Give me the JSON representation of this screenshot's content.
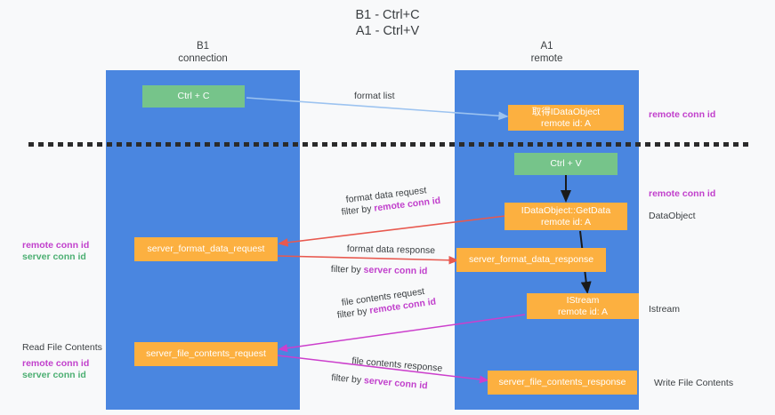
{
  "title": {
    "line1": "B1 - Ctrl+C",
    "line2": "A1 - Ctrl+V"
  },
  "columns": {
    "b1": {
      "name": "B1",
      "role": "connection"
    },
    "a1": {
      "name": "A1",
      "role": "remote"
    }
  },
  "colors": {
    "lane": "#4a86e0",
    "green_box": "#76c48a",
    "orange_box": "#fcb040",
    "purple_text": "#c140cc",
    "green_text": "#4caf72",
    "blue_arrow": "#9cc3f0",
    "red_arrow": "#e8594f",
    "magenta_arrow": "#cc3fcc",
    "black_arrow": "#1a1a1a",
    "dashed_line": "#2b2b2b",
    "background": "#f8f9fa"
  },
  "boxes": {
    "ctrl_c": {
      "label": "Ctrl + C"
    },
    "ctrl_v": {
      "label": "Ctrl + V"
    },
    "idataobject": {
      "line1": "取得IDataObject",
      "line2": "remote id: A"
    },
    "getdata": {
      "line1": "IDataObject::GetData",
      "line2": "remote id: A"
    },
    "istream": {
      "line1": "IStream",
      "line2": "remote id: A"
    },
    "server_format_data_request": {
      "label": "server_format_data_request"
    },
    "server_format_data_response": {
      "label": "server_format_data_response"
    },
    "server_file_contents_request": {
      "label": "server_file_contents_request"
    },
    "server_file_contents_response": {
      "label": "server_file_contents_response"
    }
  },
  "arrow_labels": {
    "format_list": "format list",
    "format_data_request": "format data request",
    "format_data_request_filter_prefix": "filter by ",
    "format_data_request_filter_key": "remote conn id",
    "format_data_response": "format data response",
    "format_data_response_filter_prefix": "filter by ",
    "format_data_response_filter_key": "server conn id",
    "file_contents_request": "file contents request",
    "file_contents_request_filter_prefix": "filter by ",
    "file_contents_request_filter_key": "remote conn id",
    "file_contents_response": "file contents response",
    "file_contents_response_filter_prefix": "filter by ",
    "file_contents_response_filter_key": "server conn id"
  },
  "side_labels": {
    "right_remote_conn_id_top": "remote conn id",
    "right_remote_conn_id_mid": "remote conn id",
    "right_dataobject": "DataObject",
    "right_istream": "Istream",
    "right_write_file_contents": "Write File Contents",
    "left_remote_conn_id_mid": "remote conn id",
    "left_server_conn_id_mid": "server conn id",
    "left_read_file_contents": "Read File Contents",
    "left_remote_conn_id_bottom": "remote conn id",
    "left_server_conn_id_bottom": "server conn id"
  }
}
